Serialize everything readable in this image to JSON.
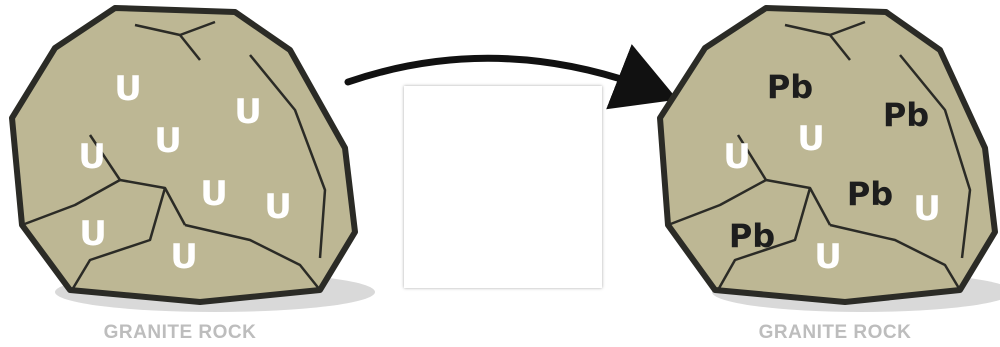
{
  "colors": {
    "rock_fill": "#bdb794",
    "rock_outline": "#2b2b26",
    "shadow": "#d9d9d9",
    "caption": "#bdbdbd",
    "uranium_text": "#ffffff",
    "lead_text": "#1d1d1d",
    "arrow": "#111111"
  },
  "left_rock": {
    "caption": "GRANITE ROCK",
    "symbols": [
      "U",
      "U",
      "U",
      "U",
      "U",
      "U",
      "U",
      "U"
    ]
  },
  "right_rock": {
    "caption": "GRANITE ROCK",
    "uranium_symbols": [
      "U",
      "U",
      "U",
      "U"
    ],
    "lead_symbols": [
      "Pb",
      "Pb",
      "Pb",
      "Pb"
    ]
  },
  "arrow_icon": "curved-right-arrow-icon"
}
